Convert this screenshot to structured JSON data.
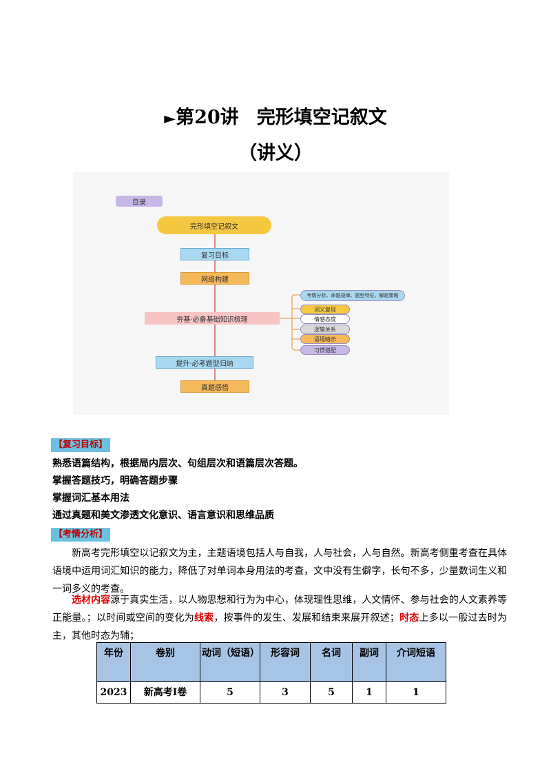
{
  "title": {
    "mark": "►",
    "lecture": "第20讲",
    "topic": "完形填空记叙文",
    "subtitle": "（讲义）"
  },
  "mindmap": {
    "tag": "目录",
    "root": "完形填空记叙文",
    "nodes": [
      "复习目标",
      "网络构建",
      "夯基·必备基础知识梳理",
      "提升·必考题型归纳",
      "真题感悟"
    ],
    "leaves": [
      "考情分析、命题规律、题型特征、解题策略",
      "词义复现",
      "情感态度",
      "逻辑关系",
      "语境暗示",
      "习惯搭配"
    ],
    "colors": {
      "root": "#f5c842",
      "blue": "#a8d8f0",
      "orange": "#f5b95a",
      "pink": "#f7c3c3",
      "purple": "#c8b8e8"
    }
  },
  "goals": {
    "label": "【复习目标】",
    "items": [
      "熟悉语篇结构，根据局内层次、句组层次和语篇层次答题。",
      "掌握答题技巧，明确答题步骤",
      "掌握词汇基本用法",
      "通过真题和美文渗透文化意识、语言意识和思维品质"
    ]
  },
  "analysis": {
    "label": "【考情分析】",
    "p1": "新高考完形填空以记叙文为主，主题语境包括人与自我，人与社会，人与自然。新高考侧重考查在具体语境中运用词汇知识的能力，降低了对单词本身用法的考查，文中没有生僻字，长句不多，少量数词生义和一词多义的考查。",
    "p2": {
      "k1": "选材内容",
      "t1": "源于真实生活，以人物思想和行为为中心，体现理性思维，人文情怀、参与社会的人文素养等正能量。；以时间或空间的变化为",
      "k2": "线索",
      "t2": "，按事件的发生、发展和结束来展开叙述；",
      "k3": "时态",
      "t3": "上多以一般过去时为主，其他时态为辅；"
    }
  },
  "table": {
    "headers": [
      "年份",
      "卷别",
      "动词（短语）",
      "形容词",
      "名词",
      "副词",
      "介词短语"
    ],
    "rows": [
      [
        "2023",
        "新高考I卷",
        "5",
        "3",
        "5",
        "1",
        "1"
      ]
    ]
  }
}
